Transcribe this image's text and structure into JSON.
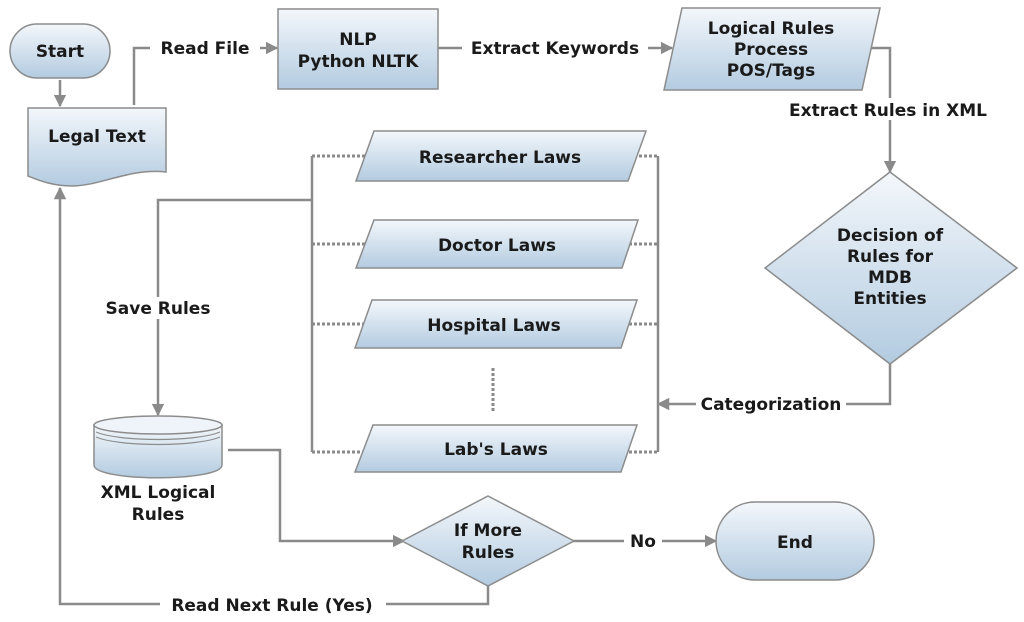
{
  "nodes": {
    "start": "Start",
    "legal_text": "Legal Text",
    "nlp": [
      "NLP",
      "Python NLTK"
    ],
    "logical_rules": [
      "Logical Rules",
      "Process",
      "POS/Tags"
    ],
    "decision": [
      "Decision of",
      "Rules for",
      "MDB",
      "Entities"
    ],
    "researcher": "Researcher Laws",
    "doctor": "Doctor Laws",
    "hospital": "Hospital Laws",
    "labs": "Lab's Laws",
    "xml_store": [
      "XML Logical",
      "Rules"
    ],
    "more_rules": [
      "If More",
      "Rules"
    ],
    "end": "End"
  },
  "edges": {
    "read_file": "Read File",
    "extract_keywords": "Extract Keywords",
    "extract_rules": "Extract Rules in XML",
    "categorization": "Categorization",
    "save_rules": "Save Rules",
    "no": "No",
    "read_next": "Read Next Rule (Yes)"
  },
  "colors": {
    "fill_light": "#eef4fa",
    "fill_dark": "#b9cfe3",
    "connector": "#8a8a8a"
  }
}
